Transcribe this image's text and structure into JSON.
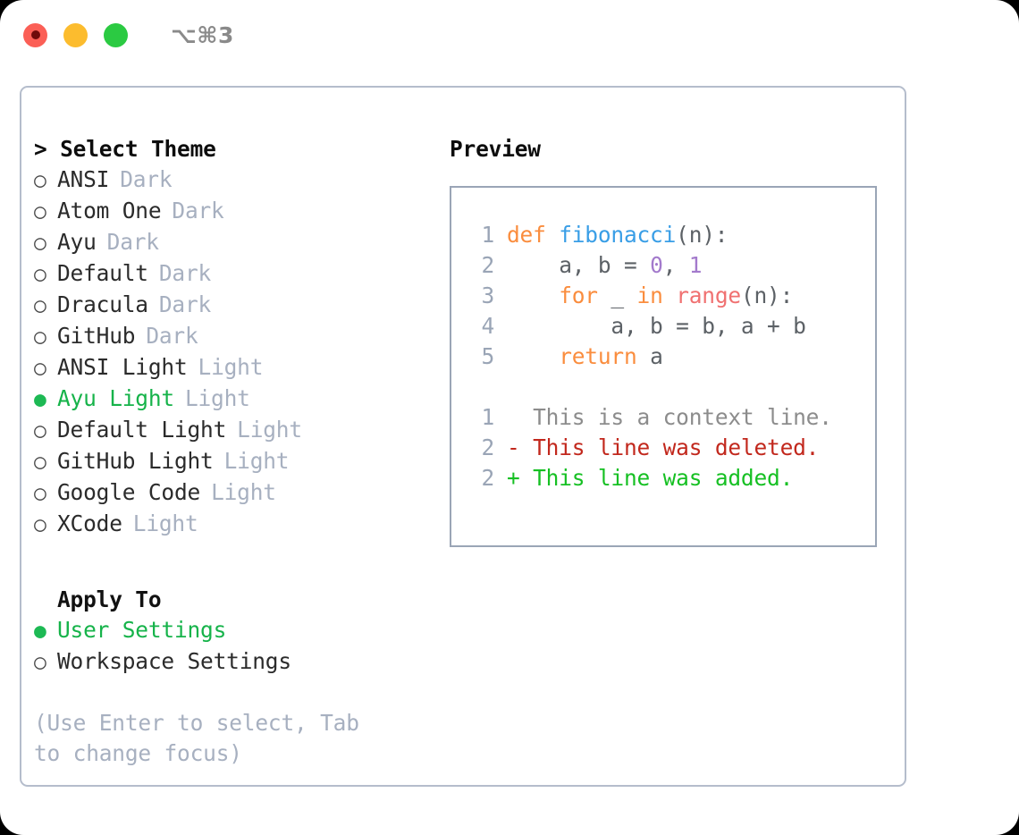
{
  "titlebar": {
    "traffic_lights": [
      {
        "name": "close-button",
        "color": "#fb5f56",
        "recording": true
      },
      {
        "name": "minimize-button",
        "color": "#fcbc2e",
        "recording": false
      },
      {
        "name": "maximize-button",
        "color": "#2bca42",
        "recording": false
      }
    ],
    "shortcut": "⌥⌘3"
  },
  "theme_picker": {
    "header": "> Select Theme",
    "items": [
      {
        "bullet": "○",
        "label": "ANSI",
        "variant": "Dark",
        "selected": false
      },
      {
        "bullet": "○",
        "label": "Atom One",
        "variant": "Dark",
        "selected": false
      },
      {
        "bullet": "○",
        "label": "Ayu",
        "variant": "Dark",
        "selected": false
      },
      {
        "bullet": "○",
        "label": "Default",
        "variant": "Dark",
        "selected": false
      },
      {
        "bullet": "○",
        "label": "Dracula",
        "variant": "Dark",
        "selected": false
      },
      {
        "bullet": "○",
        "label": "GitHub",
        "variant": "Dark",
        "selected": false
      },
      {
        "bullet": "○",
        "label": "ANSI Light",
        "variant": "Light",
        "selected": false
      },
      {
        "bullet": "●",
        "label": "Ayu Light",
        "variant": "Light",
        "selected": true
      },
      {
        "bullet": "○",
        "label": "Default Light",
        "variant": "Light",
        "selected": false
      },
      {
        "bullet": "○",
        "label": "GitHub Light",
        "variant": "Light",
        "selected": false
      },
      {
        "bullet": "○",
        "label": "Google Code",
        "variant": "Light",
        "selected": false
      },
      {
        "bullet": "○",
        "label": "XCode",
        "variant": "Light",
        "selected": false
      }
    ]
  },
  "apply_to": {
    "title": "Apply To",
    "options": [
      {
        "bullet": "●",
        "label": "User Settings",
        "selected": true
      },
      {
        "bullet": "○",
        "label": "Workspace Settings",
        "selected": false
      }
    ]
  },
  "hint": "(Use Enter to select, Tab to change focus)",
  "preview": {
    "title": "Preview",
    "code_lines": [
      {
        "number": "1",
        "tokens": [
          {
            "text": "def ",
            "type": "keyword"
          },
          {
            "text": "fibonacci",
            "type": "function"
          },
          {
            "text": "(n):",
            "type": "plain"
          }
        ]
      },
      {
        "number": "2",
        "tokens": [
          {
            "text": "    a, b = ",
            "type": "plain"
          },
          {
            "text": "0",
            "type": "number"
          },
          {
            "text": ", ",
            "type": "plain"
          },
          {
            "text": "1",
            "type": "number"
          }
        ]
      },
      {
        "number": "3",
        "tokens": [
          {
            "text": "    ",
            "type": "plain"
          },
          {
            "text": "for",
            "type": "keyword"
          },
          {
            "text": " _ ",
            "type": "plain"
          },
          {
            "text": "in",
            "type": "keyword"
          },
          {
            "text": " ",
            "type": "plain"
          },
          {
            "text": "range",
            "type": "call"
          },
          {
            "text": "(n):",
            "type": "plain"
          }
        ]
      },
      {
        "number": "4",
        "tokens": [
          {
            "text": "        a, b = b, a + b",
            "type": "plain"
          }
        ]
      },
      {
        "number": "5",
        "tokens": [
          {
            "text": "    ",
            "type": "plain"
          },
          {
            "text": "return",
            "type": "keyword"
          },
          {
            "text": " a",
            "type": "plain"
          }
        ]
      }
    ],
    "diff_lines": [
      {
        "number": "1",
        "marker": "  ",
        "text": "This is a context line.",
        "kind": "context"
      },
      {
        "number": "2",
        "marker": "- ",
        "text": "This line was deleted.",
        "kind": "deleted"
      },
      {
        "number": "2",
        "marker": "+ ",
        "text": "This line was added.",
        "kind": "added"
      }
    ]
  },
  "colors": {
    "accent_green": "#16b34a",
    "muted": "#a7b0c0",
    "panel_border": "#b5bdcc",
    "preview_border": "#9aa5b6",
    "syntax_keyword": "#fa8d3e",
    "syntax_function": "#399ee6",
    "syntax_number": "#a37acc",
    "syntax_call": "#f07171",
    "diff_deleted": "#c2281d",
    "diff_added": "#16c023"
  }
}
